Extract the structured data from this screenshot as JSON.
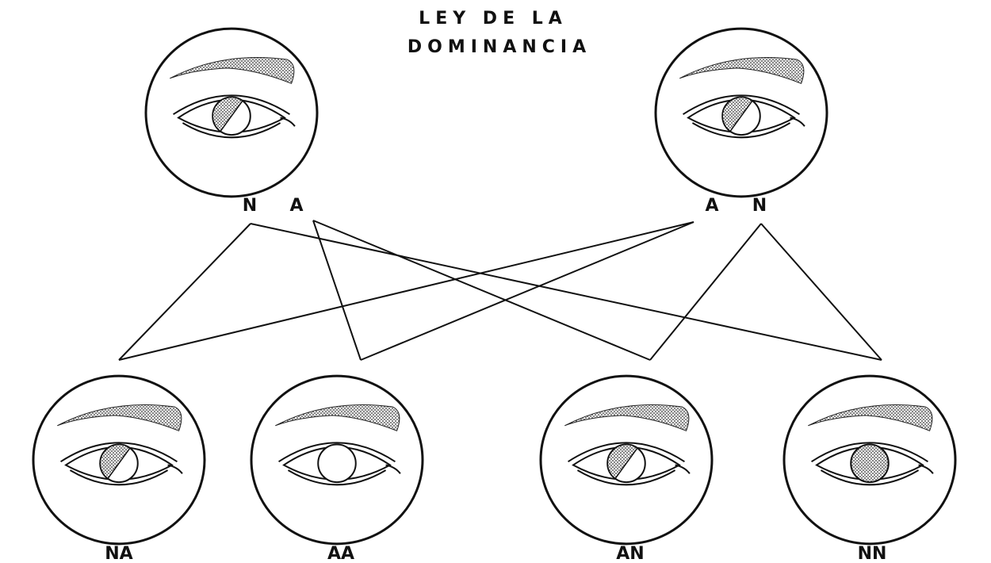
{
  "title": {
    "line1": "LEY DE LA",
    "line2": "DOMINANCIA"
  },
  "parents": [
    {
      "alleles": [
        "N",
        "A"
      ],
      "iris": "half"
    },
    {
      "alleles": [
        "A",
        "N"
      ],
      "iris": "half"
    }
  ],
  "offspring": [
    {
      "label": "NA",
      "iris": "half"
    },
    {
      "label": "AA",
      "iris": "empty"
    },
    {
      "label": "AN",
      "iris": "half"
    },
    {
      "label": "NN",
      "iris": "full"
    }
  ],
  "colors": {
    "ink": "#111111",
    "stipple": "#555555",
    "background": "#ffffff"
  }
}
